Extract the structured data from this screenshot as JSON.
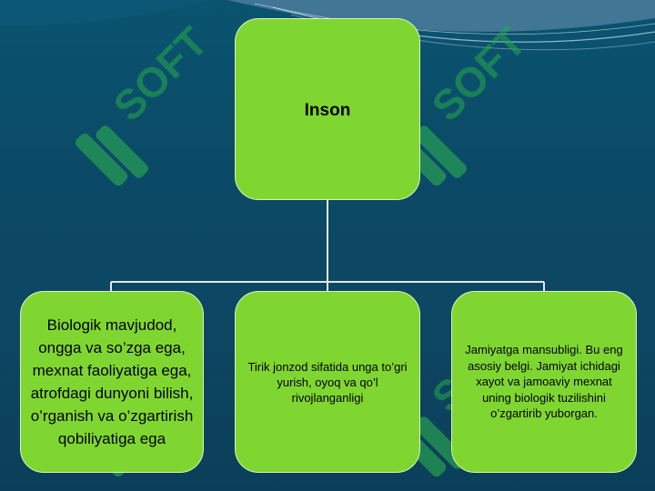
{
  "diagram": {
    "root": {
      "label": "Inson"
    },
    "children": [
      {
        "label": "Biologik mavjudod, ongga va so’zga ega, mexnat faoliyatiga ega, atrofdagi dunyoni bilish, o’rganish va o’zgartirish qobiliyatiga ega"
      },
      {
        "label": "Tirik jonzod sifatida unga to’gri yurish, oyoq va qo’l rivojlanganligi"
      },
      {
        "label": "Jamiyatga mansubligi. Bu eng asosiy belgi. Jamiyat ichidagi xayot va jamoaviy mexnat uning biologik tuzilishini o’zgartirib yuborgan."
      }
    ]
  },
  "watermark": {
    "text": "SOFT"
  },
  "colors": {
    "background": "#0b4a66",
    "box_fill": "#80d630",
    "box_border": "#d8f0c0",
    "connector": "#e6e6e6",
    "watermark": "#28a84a"
  }
}
